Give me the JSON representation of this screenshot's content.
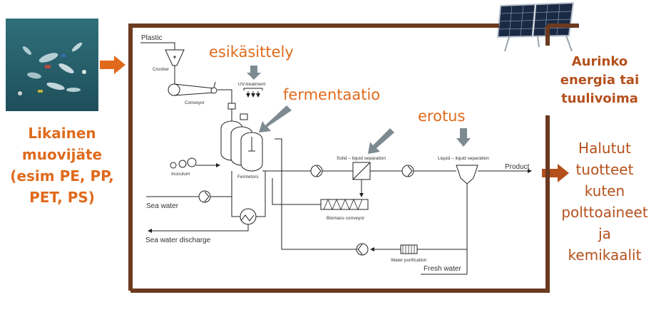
{
  "left": {
    "lines": [
      "Likainen",
      "muovijäte",
      "(esim PE, PP,",
      "PET, PS)"
    ]
  },
  "energy": {
    "lines": [
      "Aurinko",
      "energia tai",
      "tuulivoima"
    ]
  },
  "right": {
    "lines": [
      "Halutut",
      "tuotteet",
      "kuten",
      "polttoaineet",
      "ja",
      "kemikaalit"
    ]
  },
  "stages": {
    "pretreatment": "esikäsittely",
    "fermentation": "fermentaatio",
    "separation": "erotus"
  },
  "process": {
    "plastic": "Plastic",
    "crusher": "Crusher",
    "conveyor": "Conveyor",
    "uv_treatment": "UV-treatment",
    "inoculum": "Inoculum",
    "fermetors": "Fermetors",
    "solid_liquid": "Solid – liquid separation",
    "liquid_liquid": "Liquid – liquid separation",
    "product": "Product",
    "sea_water": "Sea water",
    "sea_water_discharge": "Sea water discharge",
    "biomass_conveyor": "Biomass conveyor",
    "water_purification": "Water purification",
    "fresh_water": "Fresh water"
  },
  "colors": {
    "frame": "#6b3a1f",
    "accent_orange": "#e06a1c",
    "brown_text": "#b4501c",
    "gray_arrow": "#7d8b91"
  }
}
